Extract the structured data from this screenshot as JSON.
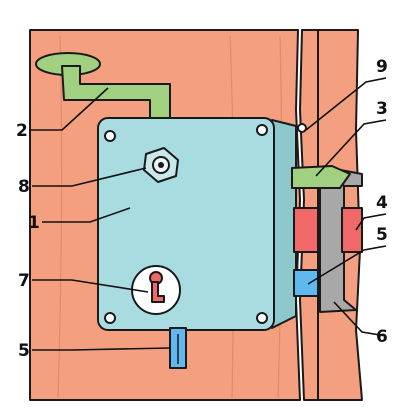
{
  "colors": {
    "wood": "#f4a080",
    "wood_grain": "#e08a68",
    "lock_body": "#a8dce0",
    "lever": "#a0d080",
    "strike_red": "#f06868",
    "latch_blue": "#60b8f0",
    "hook_gray": "#a8a8a8",
    "frame": "#f4a080",
    "outline": "#1a1a1a",
    "keyhole": "#f06868"
  },
  "callouts": [
    {
      "id": "c1",
      "label": "1"
    },
    {
      "id": "c2",
      "label": "2"
    },
    {
      "id": "c3",
      "label": "3"
    },
    {
      "id": "c4",
      "label": "4"
    },
    {
      "id": "c5a",
      "label": "5"
    },
    {
      "id": "c5b",
      "label": "5"
    },
    {
      "id": "c6",
      "label": "6"
    },
    {
      "id": "c7",
      "label": "7"
    },
    {
      "id": "c8",
      "label": "8"
    },
    {
      "id": "c9",
      "label": "9"
    }
  ]
}
